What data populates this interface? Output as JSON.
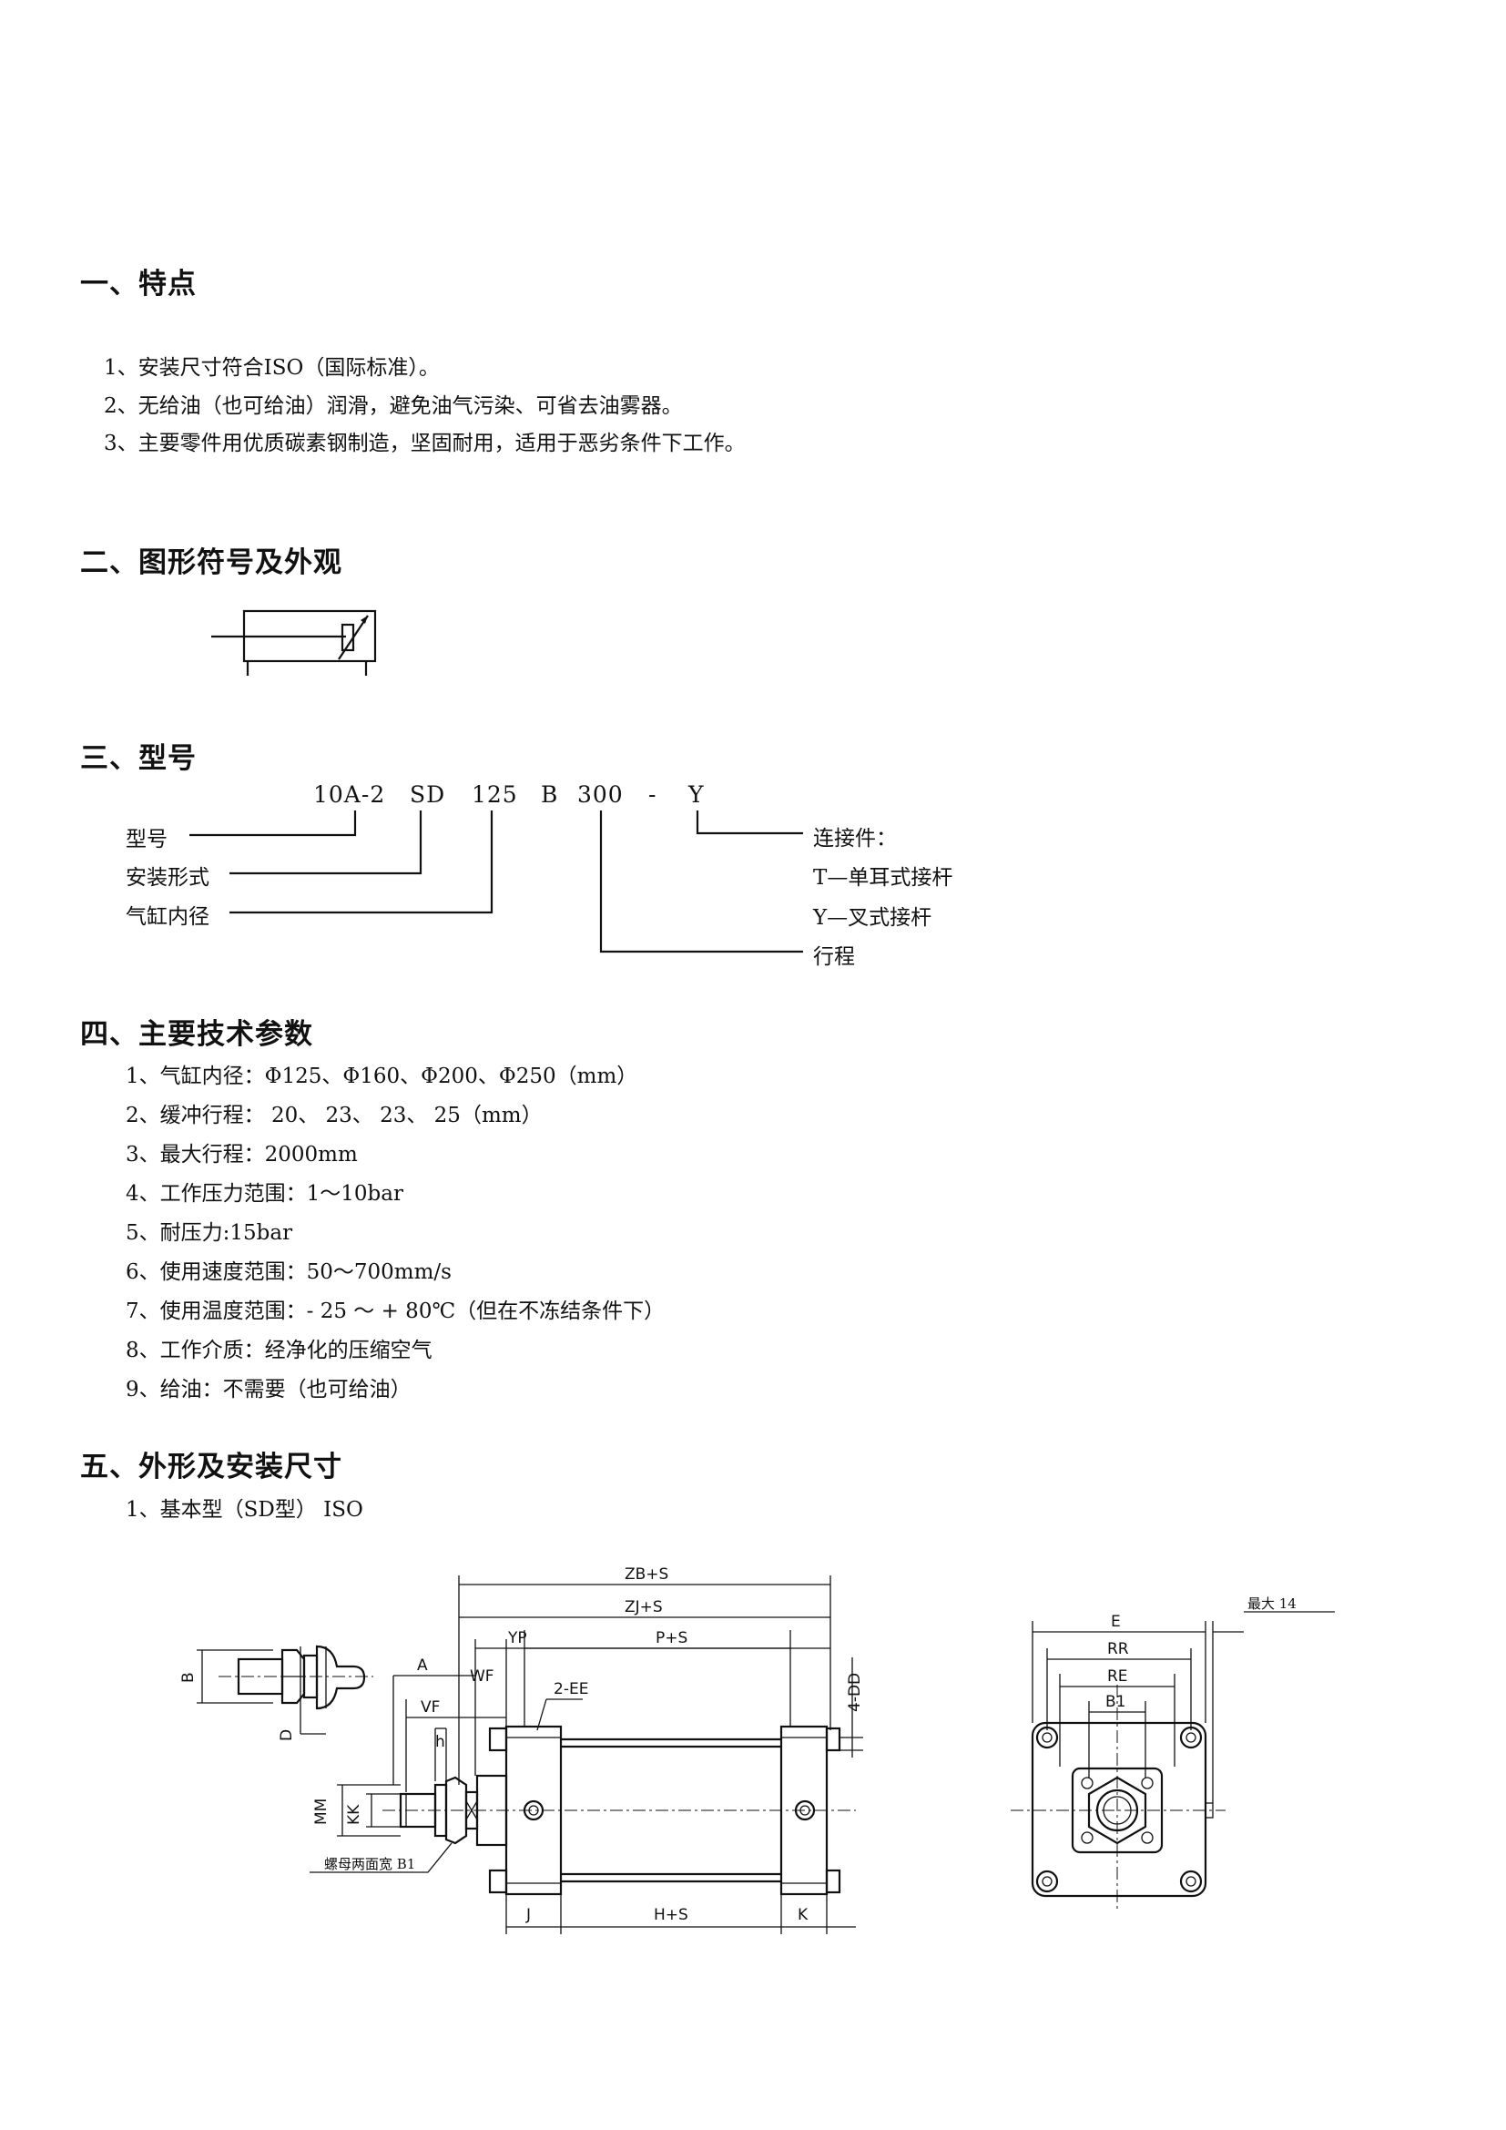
{
  "sec1": {
    "title": "一、特点",
    "items": [
      "1、安装尺寸符合ISO（国际标准）。",
      "2、无给油（也可给油）润滑，避免油气污染、可省去油雾器。",
      "3、主要零件用优质碳素钢制造，坚固耐用，适用于恶劣条件下工作。"
    ]
  },
  "sec2": {
    "title": "二、图形符号及外观"
  },
  "sec3": {
    "title": "三、型号",
    "code": [
      "10A-2",
      "SD",
      "125",
      "B",
      "300",
      "-",
      "Y"
    ],
    "labels": {
      "model": "型号",
      "mount": "安装形式",
      "bore": "气缸内径",
      "connector": "连接件：",
      "t": "T—单耳式接杆",
      "y": "Y—叉式接杆",
      "stroke": "行程"
    }
  },
  "sec4": {
    "title": "四、主要技术参数",
    "items": [
      "1、气缸内径：Φ125、Φ160、Φ200、Φ250（mm）",
      "2、缓冲行程：  20、    23、    23、    25（mm）",
      "3、最大行程：2000mm",
      "4、工作压力范围：1～10bar",
      "5、耐压力:15bar",
      "6、使用速度范围：50～700mm/s",
      "7、使用温度范围：- 25 ～ + 80℃（但在不冻结条件下）",
      "8、工作介质：经净化的压缩空气",
      "9、给油：不需要（也可给油）"
    ]
  },
  "sec5": {
    "title": "五、外形及安装尺寸",
    "sub": "1、基本型（SD型） ISO"
  },
  "drawing": {
    "dims": {
      "zbs": "ZB+S",
      "zjs": "ZJ+S",
      "yp": "YP",
      "ps": "P+S",
      "a": "A",
      "wf": "WF",
      "vf": "VF",
      "ee": "2-EE",
      "dd": "4-DD",
      "h": "h",
      "b": "B",
      "d": "D",
      "mm": "MM",
      "kk": "KK",
      "nut": "螺母两面宽 B1",
      "j": "J",
      "hs": "H+S",
      "k": "K",
      "e": "E",
      "rr": "RR",
      "re": "RE",
      "b1": "B1",
      "max14": "最大 14"
    }
  }
}
